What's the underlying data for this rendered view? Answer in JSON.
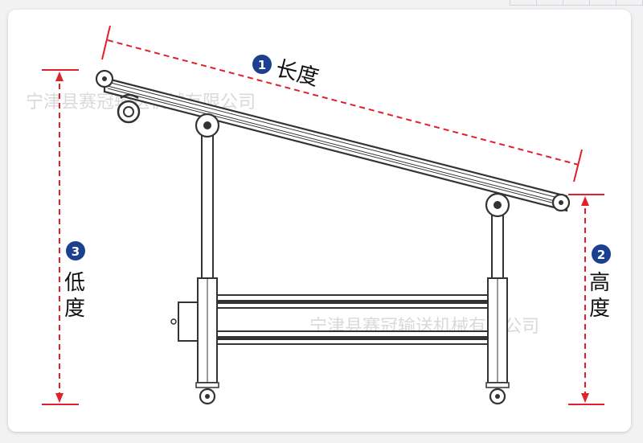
{
  "labels": {
    "length": {
      "number": "1",
      "text": "长度"
    },
    "height": {
      "number": "2",
      "line1": "高",
      "line2": "度"
    },
    "low": {
      "number": "3",
      "line1": "低",
      "line2": "度"
    }
  },
  "watermark": "宁津县赛冠输送机械有限公司",
  "colors": {
    "dimension": "#e0202a",
    "badge": "#1d3f8f",
    "frame": "#333333"
  }
}
